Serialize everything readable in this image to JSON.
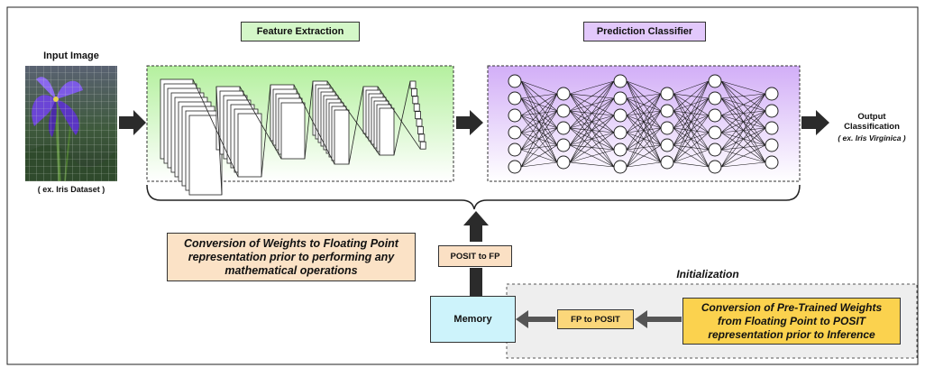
{
  "input": {
    "title": "Input Image",
    "dataset_note": "( ex. Iris Dataset )"
  },
  "feature_extraction": {
    "title": "Feature Extraction"
  },
  "prediction_classifier": {
    "title": "Prediction Classifier"
  },
  "output": {
    "title_line1": "Output",
    "title_line2": "Classification",
    "example": "( ex. Iris Virginica )"
  },
  "conversion_note": {
    "line1": "Conversion of Weights to Floating Point",
    "line2": "representation prior to performing any",
    "line3": "mathematical operations"
  },
  "posit_to_fp": {
    "label": "POSIT to FP"
  },
  "initialization": {
    "title": "Initialization"
  },
  "memory": {
    "label": "Memory"
  },
  "fp_to_posit": {
    "label": "FP to POSIT"
  },
  "pretrained_note": {
    "line1": "Conversion of Pre-Trained Weights",
    "line2": "from Floating Point to POSIT",
    "line3": "representation prior to Inference"
  },
  "colors": {
    "feature_header": "#d4f7c8",
    "classifier_header": "#e2c8fb",
    "conversion_note_bg": "#fbe2c6",
    "posit_to_fp_bg": "#fbe0c4",
    "memory_bg": "#cdf3fb",
    "fp_to_posit_bg": "#fbd77a",
    "pretrained_bg": "#fbd24e",
    "arrow": "#2b2b2b",
    "init_region": "#eeeeee"
  }
}
